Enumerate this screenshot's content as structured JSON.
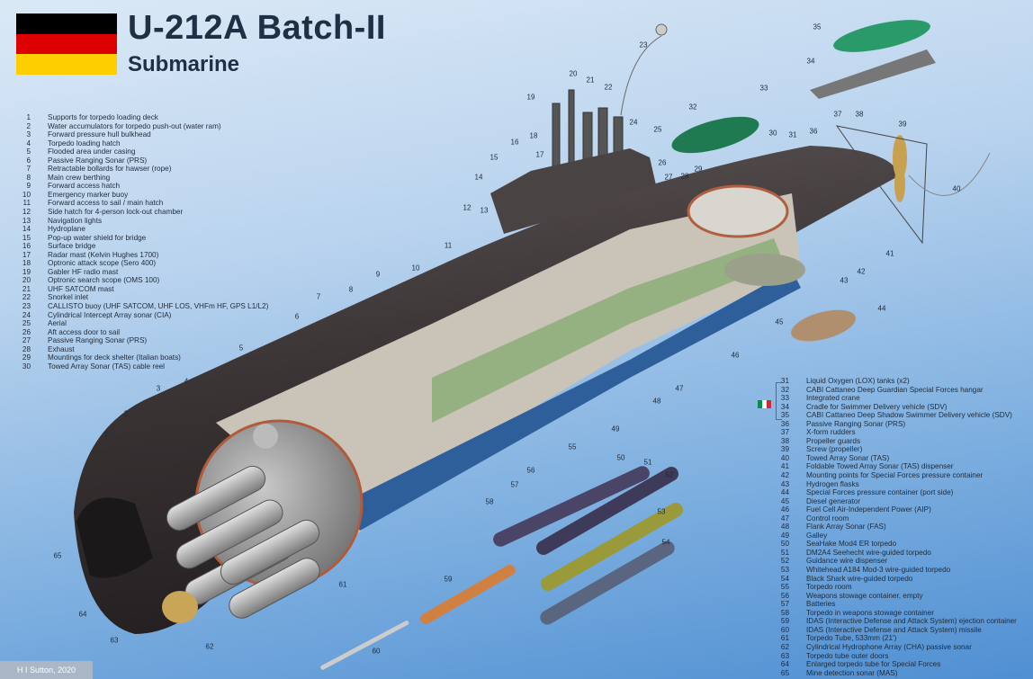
{
  "header": {
    "title": "U-212A Batch-II",
    "subtitle": "Submarine"
  },
  "colors": {
    "flag": [
      "#000000",
      "#dd0000",
      "#ffce00"
    ],
    "italy_flag": [
      "#009246",
      "#ffffff",
      "#ce2b37"
    ],
    "hull": "#3b3536"
  },
  "credit": "H I Sutton, 2020",
  "legend_left": [
    {
      "n": "1",
      "t": "Supports for torpedo loading deck"
    },
    {
      "n": "2",
      "t": "Water accumulators for torpedo push-out (water ram)"
    },
    {
      "n": "3",
      "t": "Forward pressure hull bulkhead"
    },
    {
      "n": "4",
      "t": "Torpedo loading hatch"
    },
    {
      "n": "5",
      "t": "Flooded area under casing"
    },
    {
      "n": "6",
      "t": "Passive Ranging Sonar (PRS)"
    },
    {
      "n": "7",
      "t": "Retractable bollards for hawser (rope)"
    },
    {
      "n": "8",
      "t": "Main crew berthing"
    },
    {
      "n": "9",
      "t": "Forward access hatch"
    },
    {
      "n": "10",
      "t": "Emergency marker buoy"
    },
    {
      "n": "11",
      "t": "Forward access to sail / main hatch"
    },
    {
      "n": "12",
      "t": "Side hatch for 4-person lock-out chamber"
    },
    {
      "n": "13",
      "t": "Navigation lights"
    },
    {
      "n": "14",
      "t": "Hydroplane"
    },
    {
      "n": "15",
      "t": "Pop-up water shield for bridge"
    },
    {
      "n": "16",
      "t": "Surface bridge"
    },
    {
      "n": "17",
      "t": "Radar mast (Kelvin Hughes 1700)"
    },
    {
      "n": "18",
      "t": "Optronic attack scope (Sero 400)"
    },
    {
      "n": "19",
      "t": "Gabler HF radio mast"
    },
    {
      "n": "20",
      "t": "Optronic search scope (OMS 100)"
    },
    {
      "n": "21",
      "t": "UHF SATCOM mast"
    },
    {
      "n": "22",
      "t": "Snorkel inlet"
    },
    {
      "n": "23",
      "t": "CALLISTO buoy (UHF SATCOM, UHF LOS, VHFm HF, GPS L1/L2)"
    },
    {
      "n": "24",
      "t": "Cylindrical Intercept Array sonar (CIA)"
    },
    {
      "n": "25",
      "t": "Aerial"
    },
    {
      "n": "26",
      "t": "Aft access door to sail"
    },
    {
      "n": "27",
      "t": "Passive Ranging Sonar (PRS)"
    },
    {
      "n": "28",
      "t": "Exhaust"
    },
    {
      "n": "29",
      "t": "Mountings for deck shelter (Italian boats)"
    },
    {
      "n": "30",
      "t": "Towed Array Sonar (TAS) cable reel"
    }
  ],
  "legend_right": [
    {
      "n": "31",
      "t": "Liquid Oxygen (LOX) tanks (x2)"
    },
    {
      "n": "32",
      "t": "CABI Cattaneo Deep Guardian Special Forces hangar"
    },
    {
      "n": "33",
      "t": "Integrated crane"
    },
    {
      "n": "34",
      "t": "Cradle for Swimmer Delivery vehicle (SDV)"
    },
    {
      "n": "35",
      "t": "CABI Cattaneo Deep Shadow Swimmer Delivery vehicle (SDV)"
    },
    {
      "n": "36",
      "t": "Passive Ranging Sonar (PRS)"
    },
    {
      "n": "37",
      "t": "X-form rudders"
    },
    {
      "n": "38",
      "t": "Propeller guards"
    },
    {
      "n": "39",
      "t": "Screw (propeller)"
    },
    {
      "n": "40",
      "t": "Towed Array Sonar (TAS)"
    },
    {
      "n": "41",
      "t": "Foldable Towed Array Sonar (TAS) dispenser"
    },
    {
      "n": "42",
      "t": "Mounting points for Special Forces pressure container"
    },
    {
      "n": "43",
      "t": "Hydrogen flasks"
    },
    {
      "n": "44",
      "t": "Special Forces pressure container (port side)"
    },
    {
      "n": "45",
      "t": "Diesel generator"
    },
    {
      "n": "46",
      "t": "Fuel Cell Air-Independent Power (AIP)"
    },
    {
      "n": "47",
      "t": "Control room"
    },
    {
      "n": "48",
      "t": "Flank Array Sonar (FAS)"
    },
    {
      "n": "49",
      "t": "Galley"
    },
    {
      "n": "50",
      "t": "SeaHake Mod4 ER torpedo"
    },
    {
      "n": "51",
      "t": "DM2A4 Seehecht wire-guided torpedo"
    },
    {
      "n": "52",
      "t": "Guidance wire dispenser"
    },
    {
      "n": "53",
      "t": "Whitehead A184 Mod-3 wire-guided torpedo"
    },
    {
      "n": "54",
      "t": "Black Shark wire-guided torpedo"
    },
    {
      "n": "55",
      "t": "Torpedo room"
    },
    {
      "n": "56",
      "t": "Weapons stowage container, empty"
    },
    {
      "n": "57",
      "t": "Batteries"
    },
    {
      "n": "58",
      "t": "Torpedo in weapons stowage container"
    },
    {
      "n": "59",
      "t": "IDAS (Interactive Defense and Attack System) ejection container"
    },
    {
      "n": "60",
      "t": "IDAS (Interactive Defense and Attack System) missile"
    },
    {
      "n": "61",
      "t": "Torpedo Tube, 533mm (21')"
    },
    {
      "n": "62",
      "t": "Cylindrical Hydrophone Array (CHA) passive sonar"
    },
    {
      "n": "63",
      "t": "Torpedo tube outer doors"
    },
    {
      "n": "64",
      "t": "Enlarged torpedo tube for Special Forces"
    },
    {
      "n": "65",
      "t": "Mine detection sonar (MAS)"
    }
  ]
}
